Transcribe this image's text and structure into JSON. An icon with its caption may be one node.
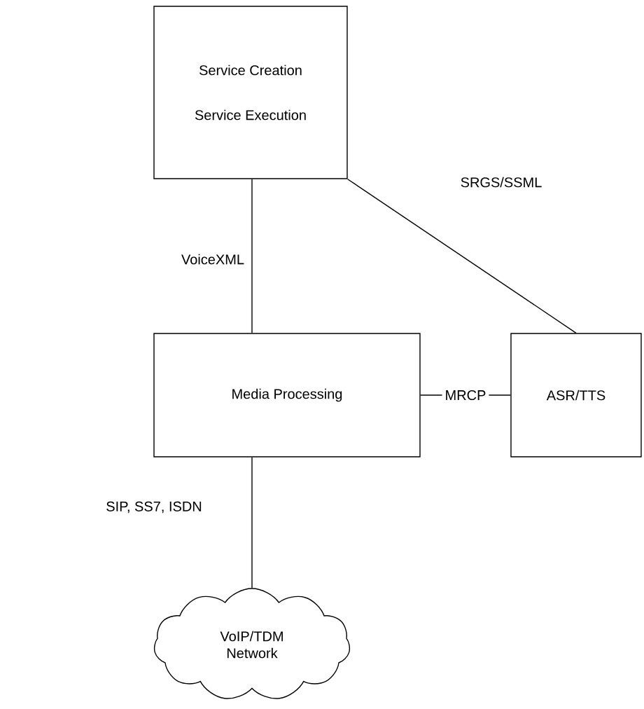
{
  "diagram": {
    "nodes": [
      {
        "text": [
          "Service Creation",
          "Service Execution"
        ]
      },
      {
        "text": [
          "Media Processing"
        ]
      },
      {
        "text": [
          "ASR/TTS"
        ]
      },
      {
        "text": [
          "VoIP/TDM Network"
        ]
      }
    ],
    "edges": [
      {
        "from": 0,
        "to": 1,
        "arrow": "none",
        "label": "VoiceXML"
      },
      {
        "from": 0,
        "to": 2,
        "arrow": "none",
        "label": "SRGS/SSML"
      },
      {
        "from": 1,
        "to": 2,
        "arrow": "none",
        "label": "MRCP"
      },
      {
        "from": 1,
        "to": 3,
        "arrow": "none",
        "label": "SIP, SS7, ISDN"
      }
    ]
  }
}
